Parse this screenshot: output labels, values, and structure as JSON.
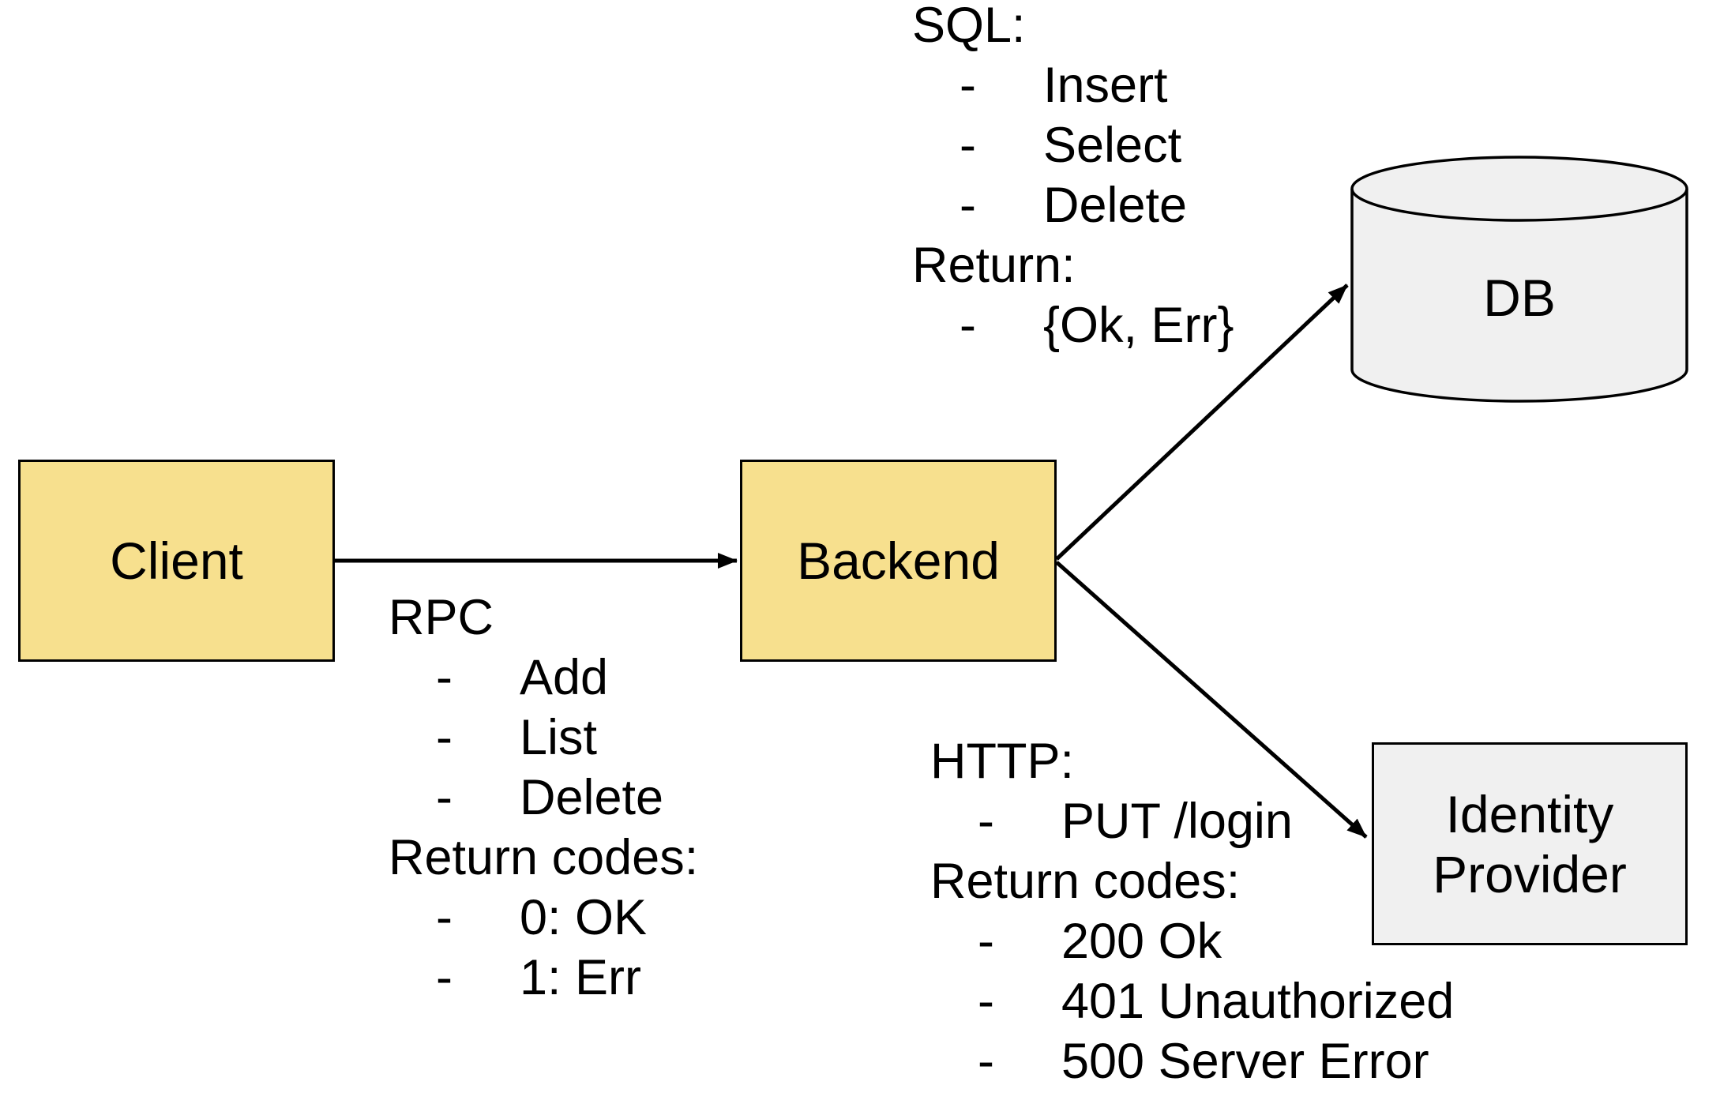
{
  "colors": {
    "background": "#FFFFFF",
    "node_fill_yellow": "#F7E08E",
    "node_fill_gray": "#F0F0F0",
    "stroke": "#000000"
  },
  "nodes": {
    "client": {
      "label": "Client"
    },
    "backend": {
      "label": "Backend"
    },
    "db": {
      "label": "DB"
    },
    "identity_provider": {
      "label": "Identity Provider"
    }
  },
  "annotations": {
    "bullet_glyph": "-",
    "rpc": {
      "lines": [
        {
          "text": "RPC"
        },
        {
          "bullet": true,
          "text": "Add"
        },
        {
          "bullet": true,
          "text": "List"
        },
        {
          "bullet": true,
          "text": "Delete"
        },
        {
          "text": "Return codes:"
        },
        {
          "bullet": true,
          "text": "0: OK"
        },
        {
          "bullet": true,
          "text": "1: Err"
        }
      ]
    },
    "sql": {
      "lines": [
        {
          "text": "SQL:"
        },
        {
          "bullet": true,
          "text": "Insert"
        },
        {
          "bullet": true,
          "text": "Select"
        },
        {
          "bullet": true,
          "text": "Delete"
        },
        {
          "text": "Return:"
        },
        {
          "bullet": true,
          "text": "{Ok, Err}"
        }
      ]
    },
    "http": {
      "lines": [
        {
          "text": "HTTP:"
        },
        {
          "bullet": true,
          "text": "PUT /login"
        },
        {
          "text": "Return codes:"
        },
        {
          "bullet": true,
          "text": "200 Ok"
        },
        {
          "bullet": true,
          "text": "401 Unauthorized"
        },
        {
          "bullet": true,
          "text": "500 Server Error"
        }
      ]
    }
  }
}
